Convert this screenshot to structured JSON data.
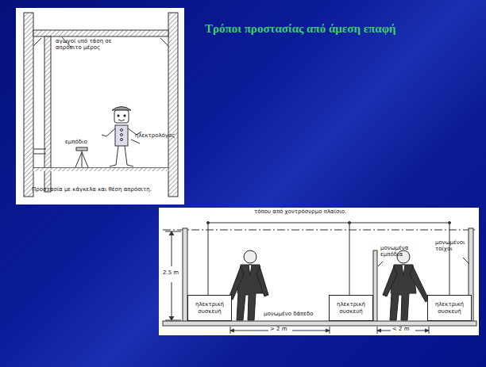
{
  "diagram": {
    "title": "Τρόποι προστασίας από άμεση επαφή",
    "caption": "Προστασία με κάγκελα και θέση απρόσιτη.",
    "nodes": [
      {
        "text": [
          "ηλεκτρική συσκευή"
        ]
      },
      {
        "text": [
          "ηλεκτρική συσκευή"
        ]
      },
      {
        "text": [
          "ηλεκτρική συσκευή"
        ]
      }
    ],
    "labels": [
      "αγωγοί υπό τάση σε απρόσιτο μέρος",
      "εμπόδιο",
      "ηλεκτρολόγος",
      "τόπου από χοντρόσυρμο πλαίσιο.",
      "2.5 m",
      "μονωμένα εμπόδια",
      "μονωμένοι τοίχοι",
      "μονωμένο δάπεδο",
      "> 2 m",
      "< 2 m"
    ]
  }
}
